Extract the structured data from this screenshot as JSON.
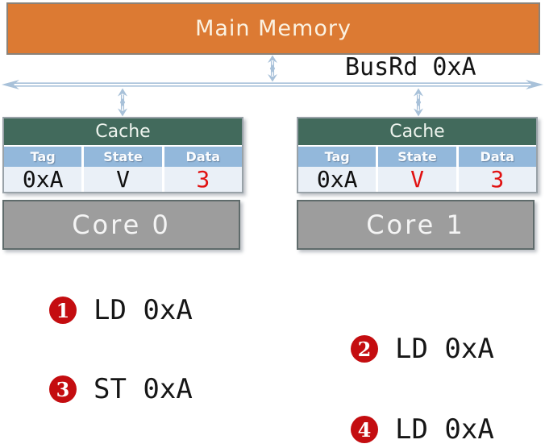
{
  "main_memory": {
    "label": "Main Memory"
  },
  "bus": {
    "label": "BusRd 0xA"
  },
  "caches": [
    {
      "title": "Cache",
      "columns": [
        "Tag",
        "State",
        "Data"
      ],
      "row": {
        "tag": "0xA",
        "state": "V",
        "data": "3"
      },
      "core_label": "Core 0"
    },
    {
      "title": "Cache",
      "columns": [
        "Tag",
        "State",
        "Data"
      ],
      "row": {
        "tag": "0xA",
        "state": "V",
        "data": "3"
      },
      "core_label": "Core 1"
    }
  ],
  "operations": [
    {
      "num": "1",
      "label": "LD 0xA"
    },
    {
      "num": "2",
      "label": "LD 0xA"
    },
    {
      "num": "3",
      "label": "ST 0xA"
    },
    {
      "num": "4",
      "label": "LD 0xA"
    }
  ],
  "colors": {
    "memory_fill": "#DC7A33",
    "cache_header_green": "#426A5C",
    "column_header_blue": "#93B8DB",
    "row_background": "#EAF0F7",
    "core_gray": "#9D9D9D",
    "arrow_blue": "#A8C1D9",
    "highlight_red": "#E11212",
    "badge_red": "#C40D10"
  }
}
